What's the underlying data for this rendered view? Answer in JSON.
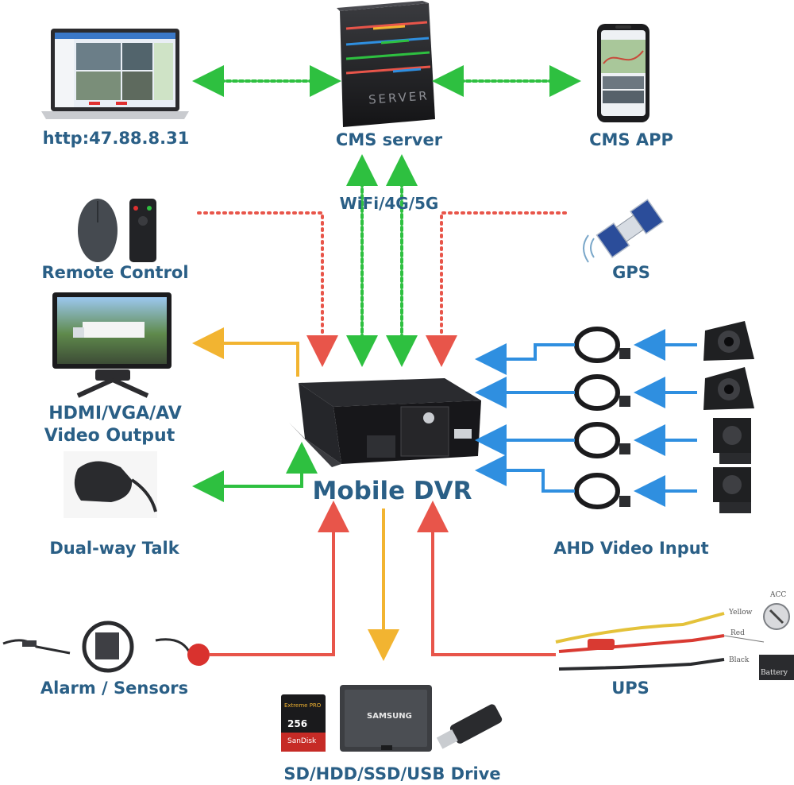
{
  "labels": {
    "web_client": "http:47.88.8.31",
    "cms_server": "CMS server",
    "cms_app": "CMS APP",
    "network": "WiFi/4G/5G",
    "remote": "Remote Control",
    "gps": "GPS",
    "video_out_1": "HDMI/VGA/AV",
    "video_out_2": "Video Output",
    "dvr": "Mobile DVR",
    "talk": "Dual-way Talk",
    "ahd": "AHD Video Input",
    "alarm": "Alarm / Sensors",
    "ups": "UPS",
    "storage": "SD/HDD/SSD/USB Drive"
  },
  "device_text": {
    "server_text": "SERVER",
    "ssd_brand": "SAMSUNG",
    "sd_brand": "SanDisk",
    "sd_line": "Extreme PRO",
    "sd_capacity": "256",
    "acc": "ACC",
    "yellow": "Yellow",
    "red": "Red",
    "black": "Black",
    "battery": "Battery"
  },
  "colors": {
    "label": "#2a5f86",
    "green": "#2ec040",
    "red": "#e8554a",
    "yellow": "#f2b431",
    "blue": "#2f8fe0",
    "device_dark": "#1f1f22"
  }
}
